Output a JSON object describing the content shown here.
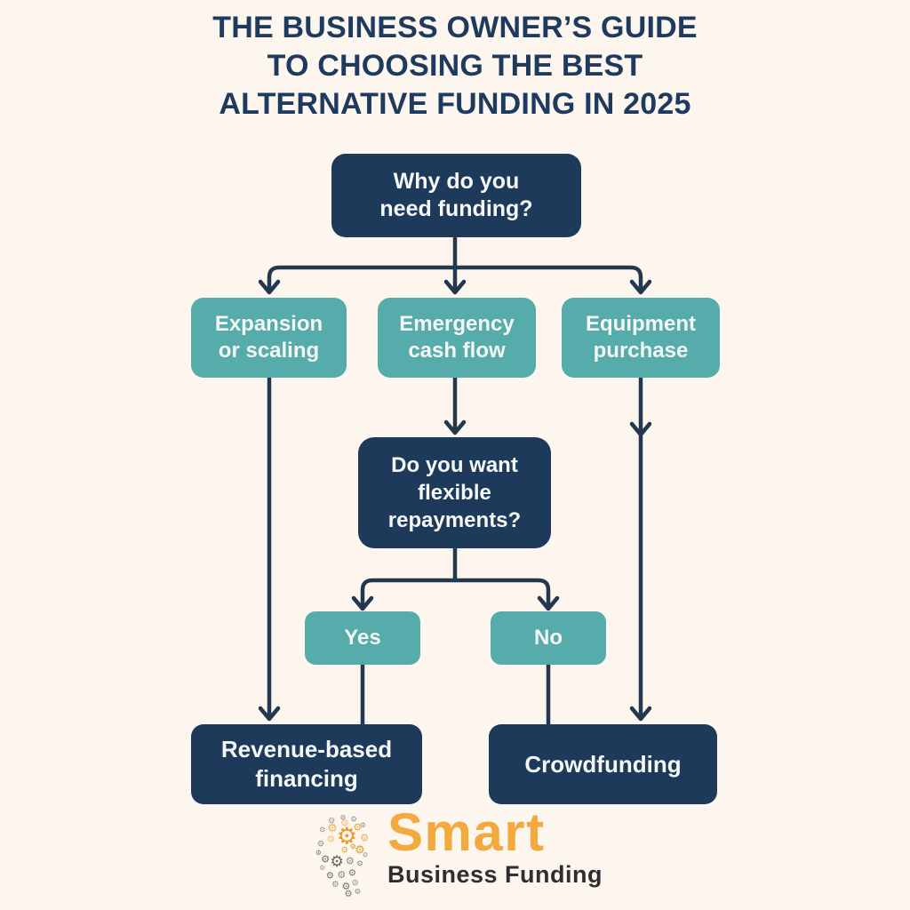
{
  "title": "THE BUSINESS OWNER’S GUIDE\nTO CHOOSING THE BEST\nALTERNATIVE FUNDING IN 2025",
  "flowchart": {
    "root": "Why do you\nneed funding?",
    "expansion": "Expansion\nor scaling",
    "emergency": "Emergency\ncash flow",
    "equipment": "Equipment\npurchase",
    "decision": "Do you want\nflexible\nrepayments?",
    "yes": "Yes",
    "no": "No",
    "revenue": "Revenue-based\nfinancing",
    "crowdfunding": "Crowdfunding"
  },
  "logo": {
    "brand": "Smart",
    "tagline": "Business Funding",
    "icon": "gear-head-icon"
  },
  "theme": {
    "bg": "#fcf6ee",
    "navy": "#1e3a5a",
    "teal": "#55acaa",
    "line": "#23374f",
    "title": "#1e3a5f",
    "box-text": "#f5f7f7",
    "brand-orange": "#f2a93d",
    "tagline-dark": "#2d2d32"
  }
}
